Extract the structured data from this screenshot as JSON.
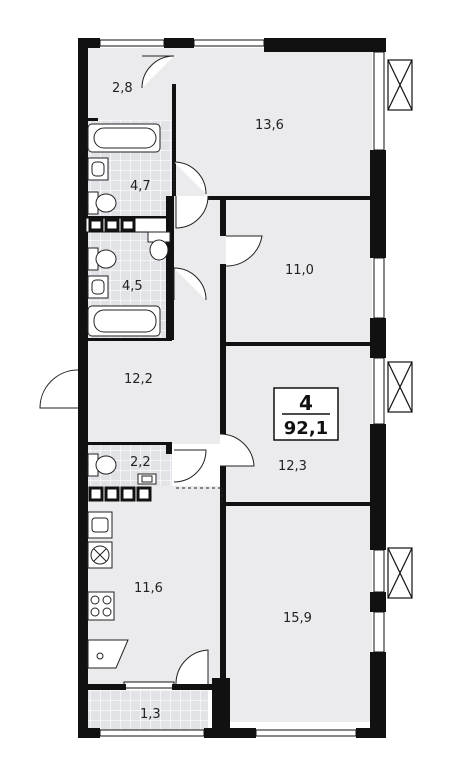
{
  "apartment": {
    "rooms_count": "4",
    "total_area": "92,1"
  },
  "rooms": {
    "storage": "2,8",
    "living_room": "13,6",
    "bathroom_upper": "4,7",
    "bathroom_lower": "4,5",
    "bedroom_middle": "11,0",
    "hallway": "12,2",
    "bedroom_center": "12,3",
    "wc": "2,2",
    "kitchen": "11,6",
    "bedroom_large": "15,9",
    "balcony": "1,3"
  },
  "colors": {
    "wall": "#111111",
    "floor_light": "#ebebed",
    "floor_white": "#ffffff",
    "tile": "#d9dade",
    "line": "#222222"
  }
}
